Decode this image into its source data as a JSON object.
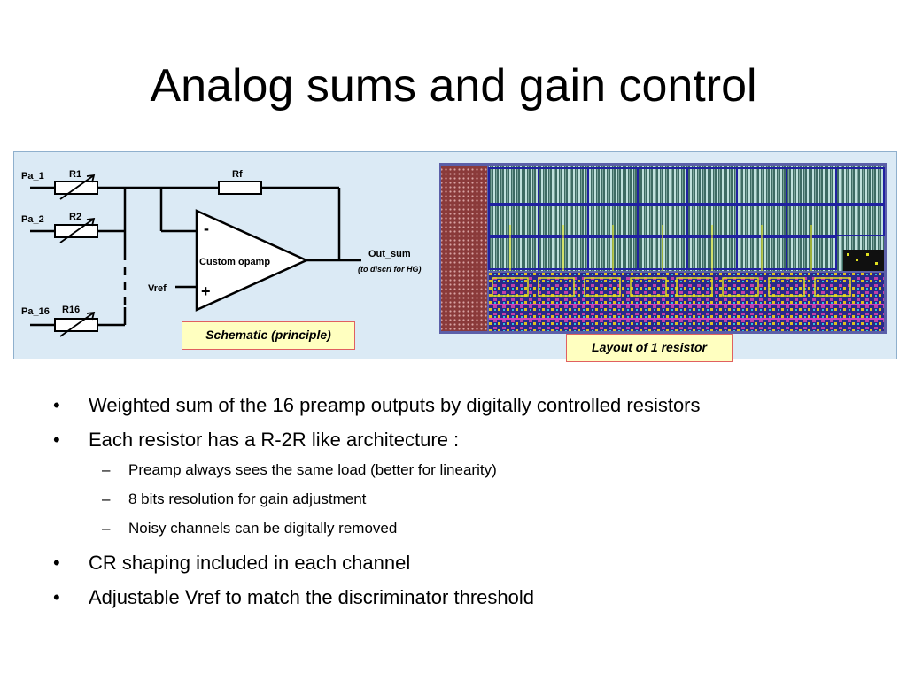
{
  "slide": {
    "title": "Analog sums and gain control"
  },
  "schematic": {
    "inputs": [
      {
        "name": "Pa_1",
        "resistor": "R1"
      },
      {
        "name": "Pa_2",
        "resistor": "R2"
      },
      {
        "name": "Pa_16",
        "resistor": "R16"
      }
    ],
    "feedback_resistor": "Rf",
    "opamp_label": "Custom opamp",
    "minus_sign": "-",
    "plus_sign": "+",
    "vref_label": "Vref",
    "output_label": "Out_sum",
    "output_note": "(to discri for HG)",
    "caption": "Schematic (principle)"
  },
  "layout_image": {
    "caption": "Layout of 1 resistor"
  },
  "bullets": [
    {
      "mark": "•",
      "text": "Weighted sum of the 16 preamp outputs by digitally controlled resistors"
    },
    {
      "mark": "•",
      "text": "Each resistor has a R-2R like architecture :"
    },
    {
      "mark": "–",
      "text": "Preamp always sees the same load (better for linearity)"
    },
    {
      "mark": "–",
      "text": "8 bits resolution for gain adjustment"
    },
    {
      "mark": "–",
      "text": "Noisy channels can be digitally removed"
    },
    {
      "mark": "•",
      "text": "CR shaping included in each channel"
    },
    {
      "mark": "•",
      "text": "Adjustable Vref to match the discriminator threshold"
    }
  ]
}
